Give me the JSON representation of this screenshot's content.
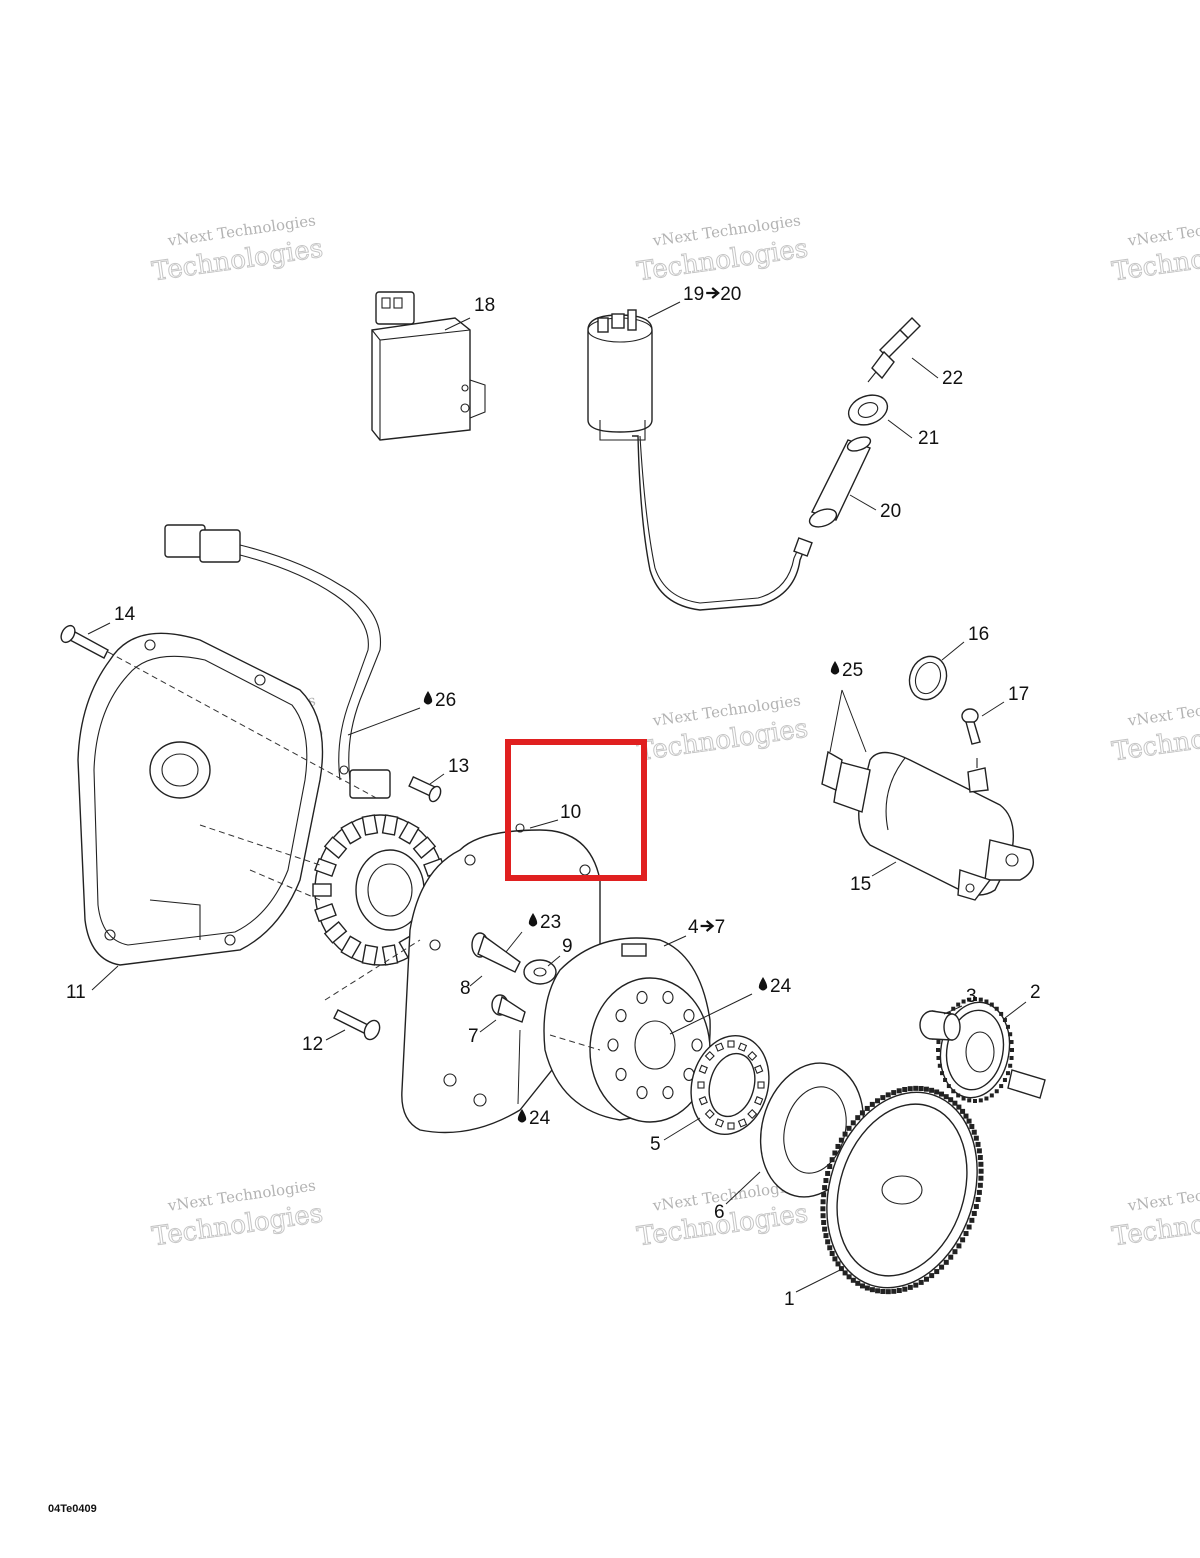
{
  "diagram": {
    "figure_code": "04Te0409",
    "watermark": {
      "line1": "vNext Technologies",
      "line2": "Technologies"
    },
    "highlight": {
      "color": "#e02020",
      "part": "10"
    },
    "callouts": [
      {
        "id": "c18",
        "label": "18",
        "lube": false
      },
      {
        "id": "c19",
        "label": "19",
        "lube": false,
        "arrow_to": "20"
      },
      {
        "id": "c22",
        "label": "22",
        "lube": false
      },
      {
        "id": "c21",
        "label": "21",
        "lube": false
      },
      {
        "id": "c20",
        "label": "20",
        "lube": false
      },
      {
        "id": "c14",
        "label": "14",
        "lube": false
      },
      {
        "id": "c16",
        "label": "16",
        "lube": false
      },
      {
        "id": "c25",
        "label": "25",
        "lube": true
      },
      {
        "id": "c17",
        "label": "17",
        "lube": false
      },
      {
        "id": "c26",
        "label": "26",
        "lube": true
      },
      {
        "id": "c13",
        "label": "13",
        "lube": false
      },
      {
        "id": "c10",
        "label": "10",
        "lube": false
      },
      {
        "id": "c15",
        "label": "15",
        "lube": false
      },
      {
        "id": "c23",
        "label": "23",
        "lube": true
      },
      {
        "id": "c9",
        "label": "9",
        "lube": false
      },
      {
        "id": "c4",
        "label": "4",
        "lube": false,
        "arrow_to": "7"
      },
      {
        "id": "c24a",
        "label": "24",
        "lube": true
      },
      {
        "id": "c3",
        "label": "3",
        "lube": false
      },
      {
        "id": "c2",
        "label": "2",
        "lube": false
      },
      {
        "id": "c11",
        "label": "11",
        "lube": false
      },
      {
        "id": "c8",
        "label": "8",
        "lube": false
      },
      {
        "id": "c12",
        "label": "12",
        "lube": false
      },
      {
        "id": "c7",
        "label": "7",
        "lube": false
      },
      {
        "id": "c24b",
        "label": "24",
        "lube": true
      },
      {
        "id": "c5",
        "label": "5",
        "lube": false
      },
      {
        "id": "c6",
        "label": "6",
        "lube": false
      },
      {
        "id": "c1",
        "label": "1",
        "lube": false
      }
    ]
  }
}
